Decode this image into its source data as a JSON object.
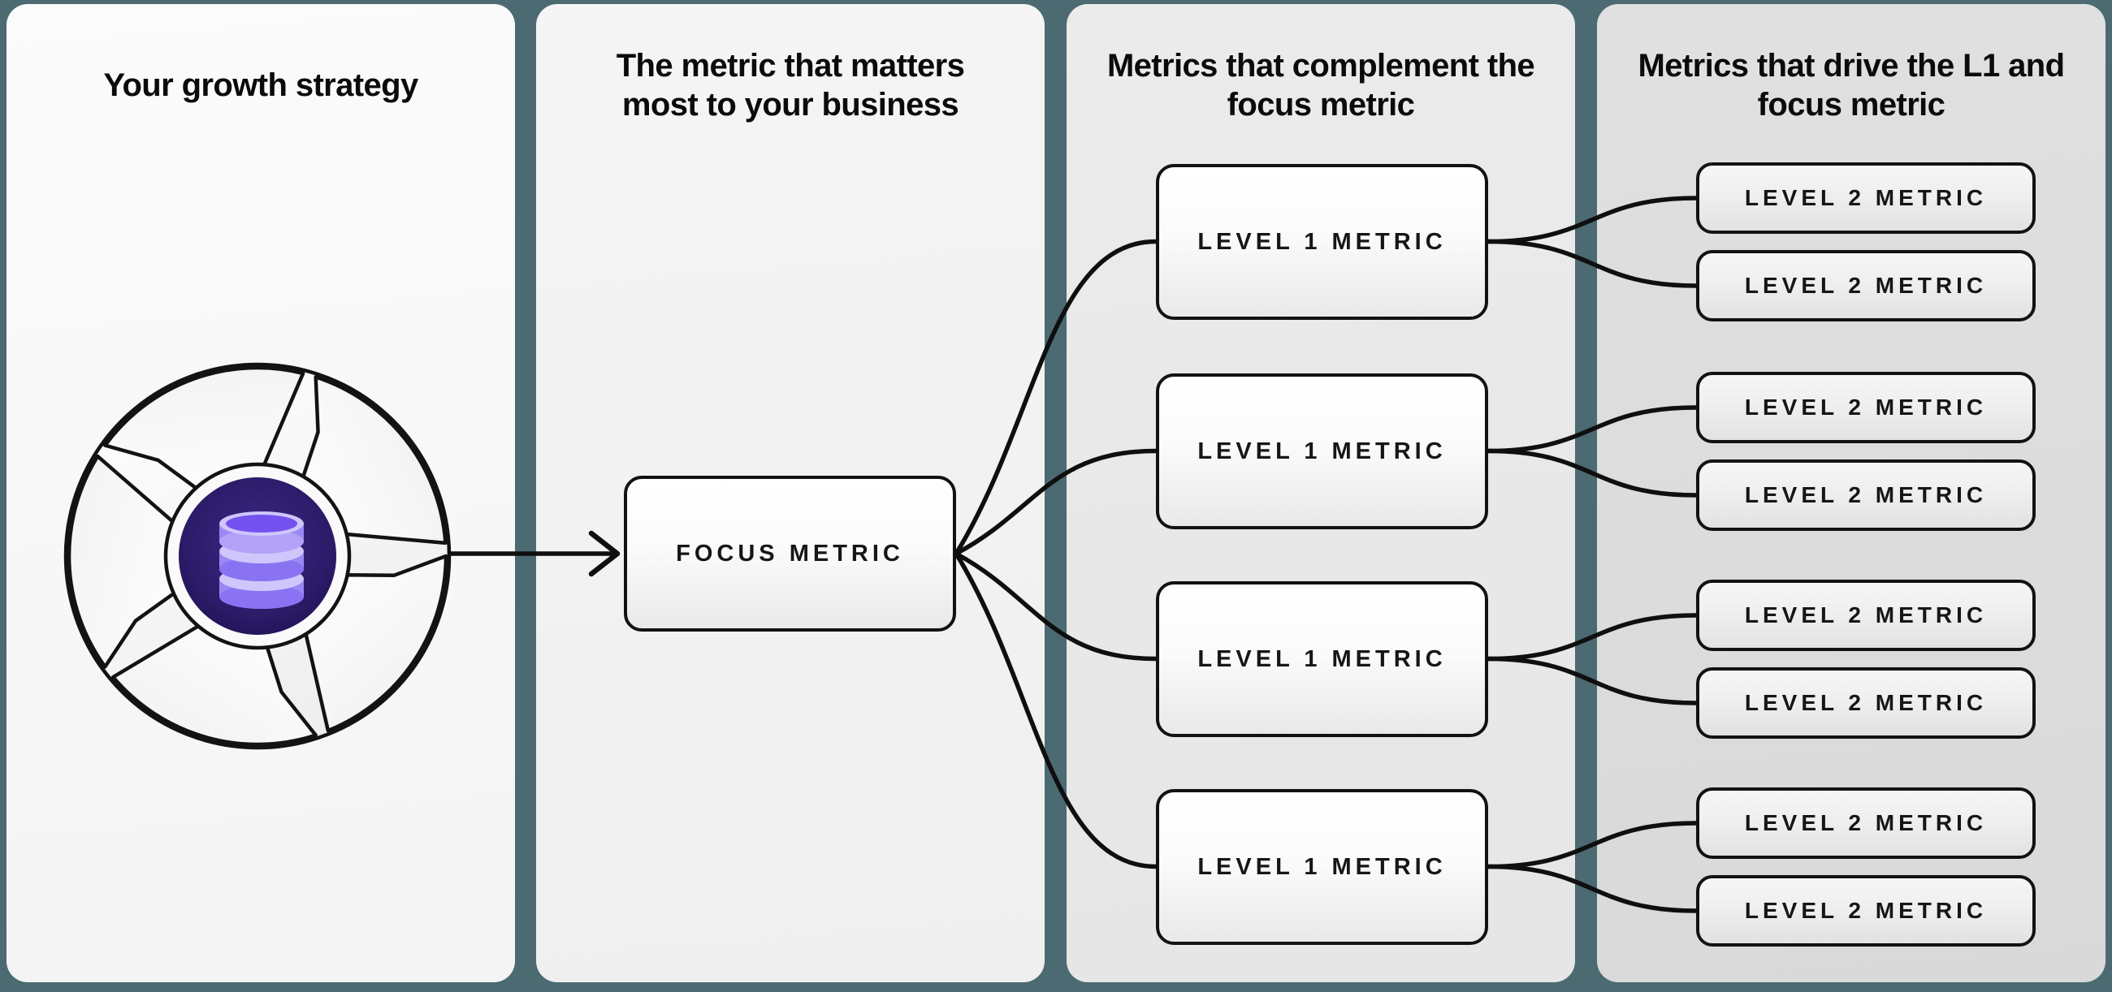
{
  "colors": {
    "background_teal": "#4b6a71",
    "panel_light": "#f7f7f7",
    "stroke_black": "#121212",
    "flywheel_core_purple": "#2a1a66",
    "database_purple": "#8b74f3"
  },
  "panels": [
    {
      "title": "Your growth strategy"
    },
    {
      "title": "The metric that matters most to your business"
    },
    {
      "title": "Metrics that complement the focus metric",
      "boxes": [
        {
          "label": "LEVEL 1 METRIC"
        },
        {
          "label": "LEVEL 1 METRIC"
        },
        {
          "label": "LEVEL 1 METRIC"
        },
        {
          "label": "LEVEL 1 METRIC"
        }
      ]
    },
    {
      "title": "Metrics that drive the L1 and focus metric",
      "boxes": [
        {
          "label": "LEVEL 2 METRIC"
        },
        {
          "label": "LEVEL 2 METRIC"
        },
        {
          "label": "LEVEL 2 METRIC"
        },
        {
          "label": "LEVEL 2 METRIC"
        },
        {
          "label": "LEVEL 2 METRIC"
        },
        {
          "label": "LEVEL 2 METRIC"
        },
        {
          "label": "LEVEL 2 METRIC"
        },
        {
          "label": "LEVEL 2 METRIC"
        }
      ]
    }
  ],
  "focus_box": {
    "label": "FOCUS METRIC"
  },
  "icons": {
    "flywheel": "growth-flywheel-icon",
    "database": "database-icon"
  }
}
